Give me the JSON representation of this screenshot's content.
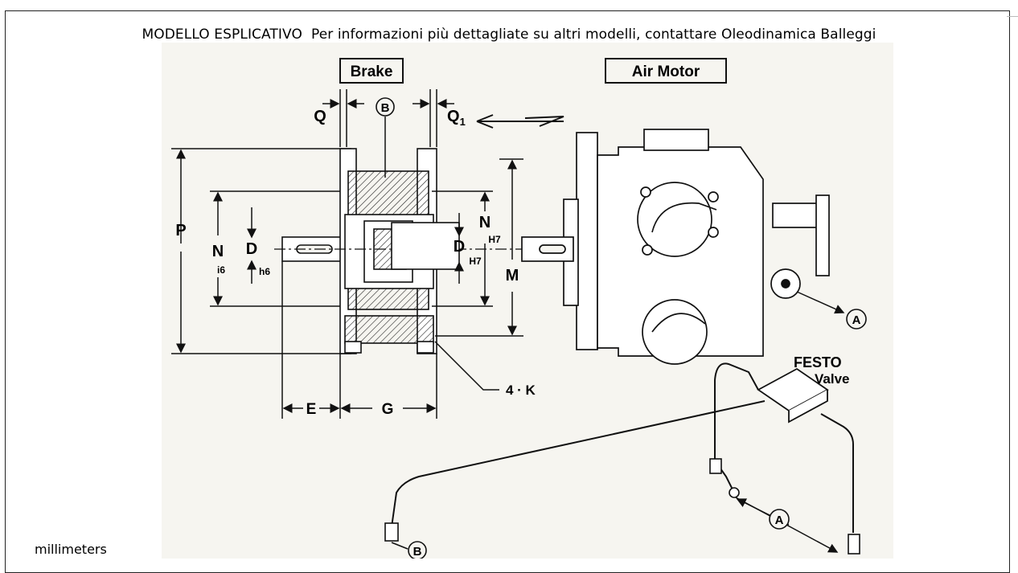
{
  "header_text": "MODELLO ESPLICATIVO  Per informazioni più dettagliate su altri modelli, contattare Oleodinamica Balleggi",
  "footnote": "millimeters",
  "drawing": {
    "labels": {
      "brake": "Brake",
      "air_motor": "Air Motor",
      "q": "Q",
      "q1": "Q",
      "q1_sub": "1",
      "b": "B",
      "p": "P",
      "n_left": "N",
      "i6": "i6",
      "d_left": "D",
      "h6": "h6",
      "n_right": "N",
      "h7_n": "H7",
      "d_right": "D",
      "h7_d": "H7",
      "m": "M",
      "e": "E",
      "g": "G",
      "k": "4 · K",
      "a": "A",
      "a_bottom": "A",
      "b_bottom": "B",
      "festo": "FESTO",
      "valve": "Valve"
    }
  }
}
